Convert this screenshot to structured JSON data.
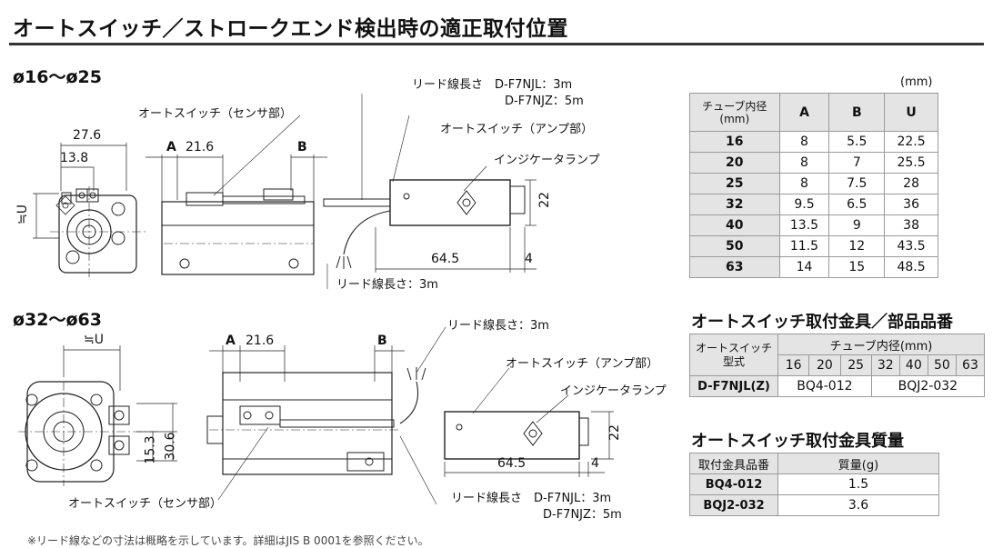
{
  "title": "オートスイッチ／ストロークエンド検出時の適正取付位置",
  "small": {
    "range": "ø16〜ø25",
    "labels": {
      "sensor": "オートスイッチ（センサ部）",
      "amp": "オートスイッチ（アンプ部）",
      "lamp": "インジケータランプ",
      "lead_top_a": "リード線長さ　D-F7NJL：3m",
      "lead_top_b": "D-F7NJZ：5m",
      "lead_bottom": "リード線長さ：3m"
    },
    "dims": {
      "d276": "27.6",
      "d138": "13.8",
      "u": "≒U",
      "a": "A",
      "d216": "21.6",
      "b": "B",
      "d645": "64.5",
      "d4": "4",
      "d22": "22"
    }
  },
  "large": {
    "range": "ø32〜ø63",
    "labels": {
      "sensor": "オートスイッチ（センサ部）",
      "amp": "オートスイッチ（アンプ部）",
      "lamp": "インジケータランプ",
      "lead_top": "リード線長さ：3m",
      "lead_bottom_a": "リード線長さ　D-F7NJL：3m",
      "lead_bottom_b": "D-F7NJZ：5m"
    },
    "dims": {
      "u": "≒U",
      "a": "A",
      "d216": "21.6",
      "b": "B",
      "d306": "30.6",
      "d153": "15.3",
      "d645": "64.5",
      "d4": "4",
      "d22": "22"
    }
  },
  "table1": {
    "unit": "(mm)",
    "header": [
      "チューブ内径\n(mm)",
      "A",
      "B",
      "U"
    ],
    "rows": [
      [
        "16",
        "8",
        "5.5",
        "22.5"
      ],
      [
        "20",
        "8",
        "7",
        "25.5"
      ],
      [
        "25",
        "8",
        "7.5",
        "28"
      ],
      [
        "32",
        "9.5",
        "6.5",
        "36"
      ],
      [
        "40",
        "13.5",
        "9",
        "38"
      ],
      [
        "50",
        "11.5",
        "12",
        "43.5"
      ],
      [
        "63",
        "14",
        "15",
        "48.5"
      ]
    ]
  },
  "table2": {
    "title": "オートスイッチ取付金具／部品品番",
    "corner": "オートスイッチ\n型式",
    "group": "チューブ内径(mm)",
    "bores": [
      "16",
      "20",
      "25",
      "32",
      "40",
      "50",
      "63"
    ],
    "model": "D-F7NJL(Z)",
    "part_small": "BQ4-012",
    "part_large": "BQJ2-032"
  },
  "table3": {
    "title": "オートスイッチ取付金具質量",
    "headers": [
      "取付金具品番",
      "質量(g)"
    ],
    "rows": [
      [
        "BQ4-012",
        "1.5"
      ],
      [
        "BQJ2-032",
        "3.6"
      ]
    ]
  },
  "footnote": "※リード線などの寸法は概略を示しています。詳細はJIS B 0001を参照ください。"
}
